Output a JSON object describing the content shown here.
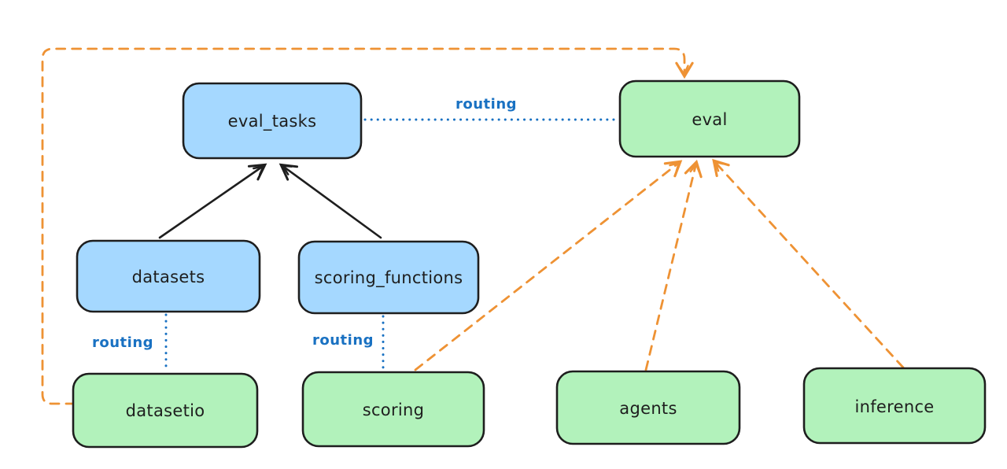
{
  "diagram": {
    "kind": "hand-drawn architecture diagram",
    "background": "#ffffff",
    "colors": {
      "blue_node_fill": "#a5d8ff",
      "green_node_fill": "#b2f2bb",
      "node_stroke": "#1e1e1e",
      "solid_edge": "#1e1e1e",
      "routing_edge": "#1971c2",
      "provider_edge": "#ee9234"
    },
    "nodes": [
      {
        "id": "eval_tasks",
        "label": "eval_tasks",
        "fill": "#a5d8ff"
      },
      {
        "id": "eval",
        "label": "eval",
        "fill": "#b2f2bb"
      },
      {
        "id": "datasets",
        "label": "datasets",
        "fill": "#a5d8ff"
      },
      {
        "id": "scoring_functions",
        "label": "scoring_functions",
        "fill": "#a5d8ff"
      },
      {
        "id": "datasetio",
        "label": "datasetio",
        "fill": "#b2f2bb"
      },
      {
        "id": "scoring",
        "label": "scoring",
        "fill": "#b2f2bb"
      },
      {
        "id": "agents",
        "label": "agents",
        "fill": "#b2f2bb"
      },
      {
        "id": "inference",
        "label": "inference",
        "fill": "#b2f2bb"
      }
    ],
    "edges": [
      {
        "from": "datasets",
        "to": "eval_tasks",
        "style": "solid-arrow",
        "color": "#1e1e1e",
        "label": ""
      },
      {
        "from": "scoring_functions",
        "to": "eval_tasks",
        "style": "solid-arrow",
        "color": "#1e1e1e",
        "label": ""
      },
      {
        "from": "eval_tasks",
        "to": "eval",
        "style": "dotted-line",
        "color": "#1971c2",
        "label": "routing"
      },
      {
        "from": "datasets",
        "to": "datasetio",
        "style": "dotted-line",
        "color": "#1971c2",
        "label": "routing"
      },
      {
        "from": "scoring_functions",
        "to": "scoring",
        "style": "dotted-line",
        "color": "#1971c2",
        "label": "routing"
      },
      {
        "from": "datasetio",
        "to": "eval",
        "style": "dashed-arrow",
        "color": "#ee9234",
        "label": ""
      },
      {
        "from": "scoring",
        "to": "eval",
        "style": "dashed-arrow",
        "color": "#ee9234",
        "label": ""
      },
      {
        "from": "agents",
        "to": "eval",
        "style": "dashed-arrow",
        "color": "#ee9234",
        "label": ""
      },
      {
        "from": "inference",
        "to": "eval",
        "style": "dashed-arrow",
        "color": "#ee9234",
        "label": ""
      }
    ]
  }
}
